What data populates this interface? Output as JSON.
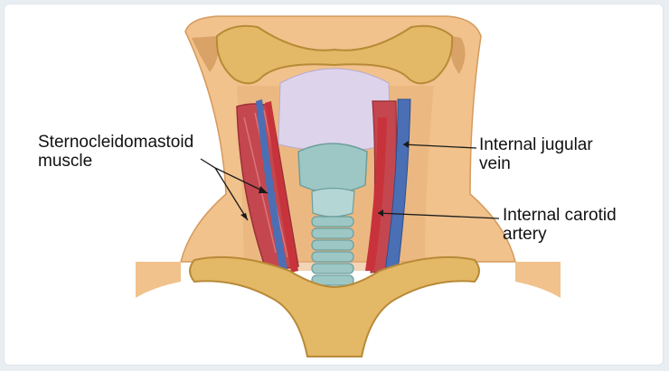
{
  "labels": {
    "sternocleidomastoid": {
      "line1": "Sternocleidomastoid",
      "line2": "muscle"
    },
    "internal_jugular_vein": {
      "line1": "Internal jugular",
      "line2": "vein"
    },
    "internal_carotid_artery": {
      "line1": "Internal carotid",
      "line2": "artery"
    }
  },
  "colors": {
    "skin": "#f0c08a",
    "skin_dark": "#d7995a",
    "bone": "#e2b65f",
    "muscle": "#c4474f",
    "artery": "#c8333b",
    "vein": "#4a6fb4",
    "cartilage": "#9cc7c5",
    "pharynx": "#ddd4ec"
  }
}
